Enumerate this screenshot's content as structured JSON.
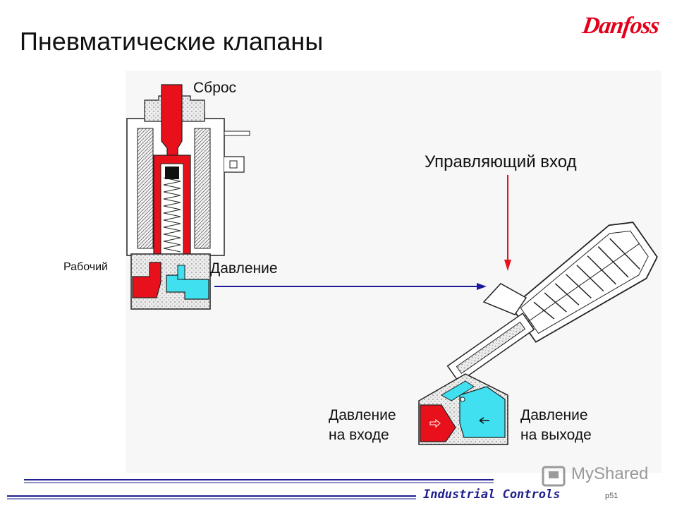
{
  "title": "Пневматические клапаны",
  "logo": {
    "text": "Danfoss",
    "color": "#e2001a"
  },
  "labels": {
    "reset": "Сброс",
    "working": "Рабочий",
    "pressure": "Давление",
    "control_input": "Управляющий вход",
    "inlet_line1": "Давление",
    "inlet_line2": "на входе",
    "outlet_line1": "Давление",
    "outlet_line2": "на выходе"
  },
  "footer": {
    "text": "Industrial Controls",
    "page": "p51"
  },
  "watermark": "MyShared",
  "colors": {
    "red": "#e8101a",
    "cyan": "#40e0f0",
    "arrow_blue": "#1a1a9a",
    "arrow_red": "#e8101a"
  }
}
